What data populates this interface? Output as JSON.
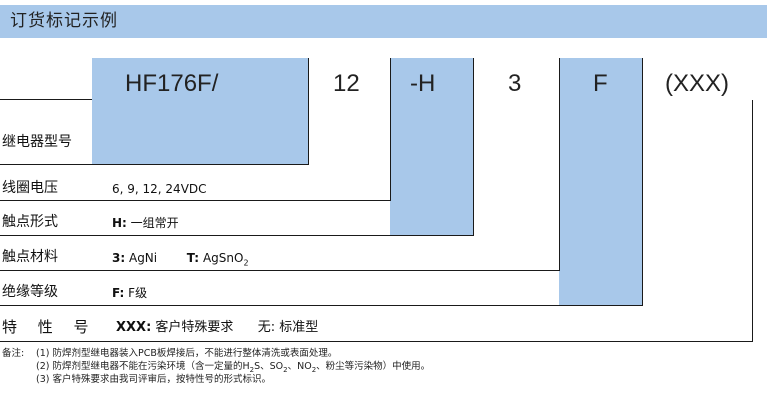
{
  "header": {
    "title": "订货标记示例"
  },
  "code": {
    "model": "HF176F/",
    "voltage": "12",
    "contact_form": "-H",
    "contact_material": "3",
    "insulation": "F",
    "special": "(XXX)"
  },
  "rows": {
    "relay_model": {
      "label": "继电器型号"
    },
    "coil_voltage": {
      "label": "线圈电压",
      "value": "6, 9, 12, 24VDC"
    },
    "contact_form": {
      "label": "触点形式",
      "key": "H:",
      "value": "一组常开"
    },
    "contact_material": {
      "label": "触点材料",
      "opt1_key": "3:",
      "opt1_value": "AgNi",
      "opt2_key": "T:",
      "opt2_value": "AgSnO",
      "opt2_sub": "2"
    },
    "insulation": {
      "label": "绝缘等级",
      "key": "F:",
      "value": "F级"
    },
    "special": {
      "label": "特 性 号",
      "key": "XXX:",
      "value": "客户特殊要求",
      "key2": "无:",
      "value2": "标准型"
    }
  },
  "notes": {
    "prefix": "备注:",
    "n1": "(1) 防焊剂型继电器装入PCB板焊接后，不能进行整体清洗或表面处理。",
    "n2_a": "(2) 防焊剂型继电器不能在污染环境（含一定量的H",
    "n2_sub1": "2",
    "n2_b": "S、SO",
    "n2_sub2": "2",
    "n2_c": "、NO",
    "n2_sub3": "2",
    "n2_d": "、粉尘等污染物）中使用。",
    "n3": "(3) 客户特殊要求由我司评审后，按特性号的形式标识。"
  },
  "colors": {
    "accent": "#a8c8ea",
    "line": "#1a1a1a"
  }
}
